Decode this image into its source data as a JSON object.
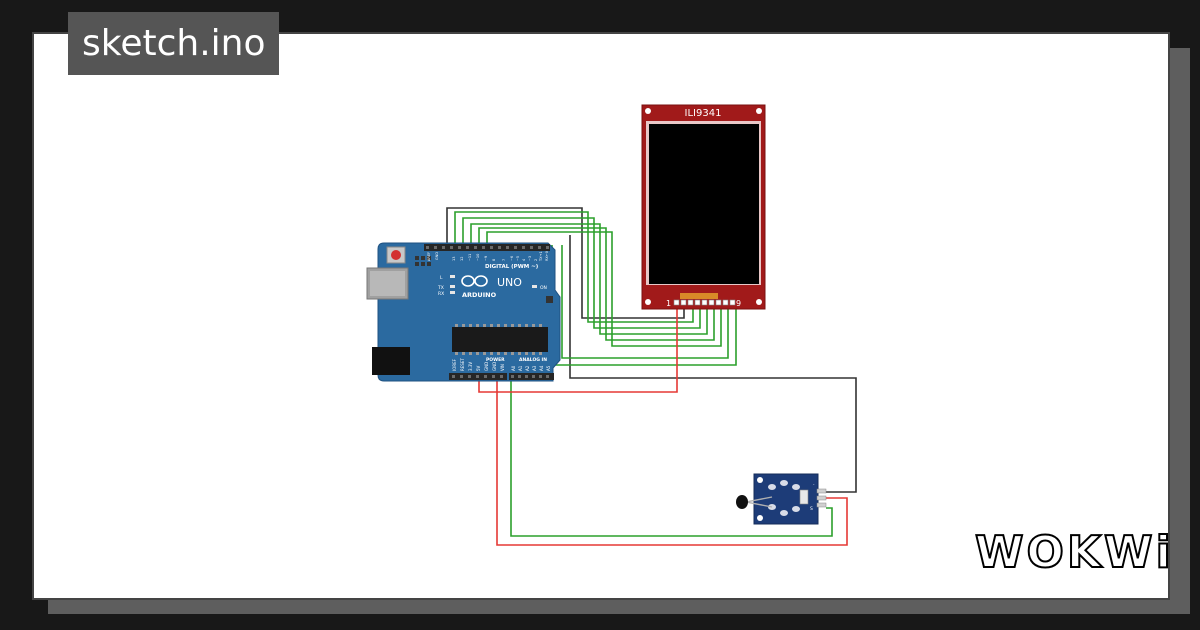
{
  "project": {
    "title": "sketch.ino"
  },
  "brand": {
    "logo_text": "WOKWi"
  },
  "arduino": {
    "model_label": "UNO",
    "brand_label": "ARDUINO",
    "header_digital": "DIGITAL (PWM ~)",
    "header_power": "POWER",
    "header_analog": "ANALOG IN",
    "label_tx": "TX",
    "label_rx": "RX",
    "label_l": "L",
    "label_on": "ON",
    "label_aref": "AREF",
    "label_gnd": "GND",
    "power_pins": [
      "IOREF",
      "RESET",
      "3.3V",
      "5V",
      "GND",
      "GND",
      "VIN"
    ],
    "analog_pins": [
      "A0",
      "A1",
      "A2",
      "A3",
      "A4",
      "A5"
    ],
    "digital_pins": [
      "13",
      "12",
      "~11",
      "~10",
      "~9",
      "8",
      "7",
      "~6",
      "~5",
      "4",
      "~3",
      "2",
      "TX→1",
      "RX←0"
    ],
    "board_color": "#2b6aa0"
  },
  "display": {
    "label": "ILI9341",
    "pin_first": "1",
    "pin_last": "9",
    "frame_color": "#a11a1a"
  },
  "sensor": {
    "label_s": "S",
    "label_minus": "-",
    "board_color": "#1d3c78"
  },
  "wires": {
    "gnd_color": "#333333",
    "signal_color": "#2ca02c",
    "power_color": "#e53935"
  }
}
